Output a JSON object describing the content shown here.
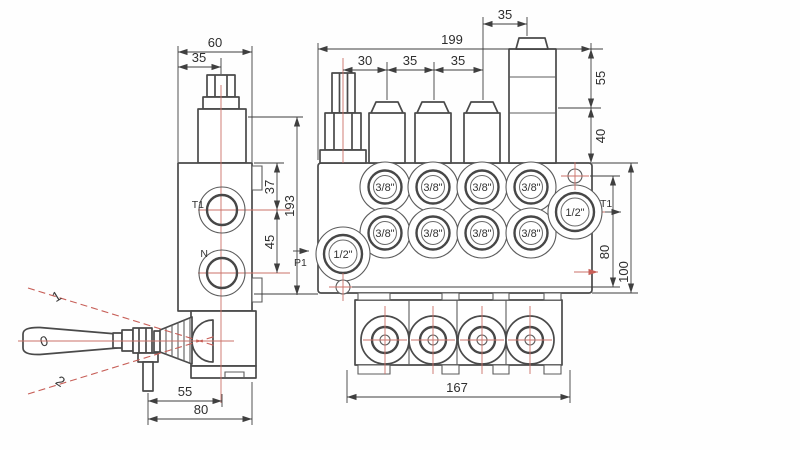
{
  "drawing": {
    "colors": {
      "line": "#4a4a4a",
      "dimension": "#3f3f3f",
      "centerline_red": "#cb7168",
      "lever_position_red": "#c75f58",
      "background": "#ffffff"
    }
  },
  "side_view": {
    "dimensions": {
      "top_width": "60",
      "top_offset": "35",
      "port_t1_offset": "37",
      "port_spacing": "45",
      "total_height": "193",
      "lever_stem_offset": "55",
      "base_width": "80"
    },
    "port_labels": {
      "top": "T1",
      "bottom": "N"
    },
    "lever_positions": {
      "neutral": "0",
      "up": "1",
      "down": "2"
    }
  },
  "front_view": {
    "dimensions": {
      "total_width": "199",
      "relief_to_section1": "30",
      "section_pitch_1": "35",
      "section_pitch_2": "35",
      "outlet_cap_offset": "35",
      "outlet_block_height": "55",
      "upper_body_height": "40",
      "body_height": "100",
      "mount_hole_spacing": "80",
      "base_width": "167"
    },
    "port_labels": {
      "inlet": "P1",
      "outlet": "T1"
    },
    "ports": {
      "row_a": [
        "3/8\"",
        "3/8\"",
        "3/8\"",
        "3/8\""
      ],
      "row_b": [
        "3/8\"",
        "3/8\"",
        "3/8\"",
        "3/8\""
      ],
      "inlet_size": "1/2\"",
      "outlet_size": "1/2\""
    }
  }
}
